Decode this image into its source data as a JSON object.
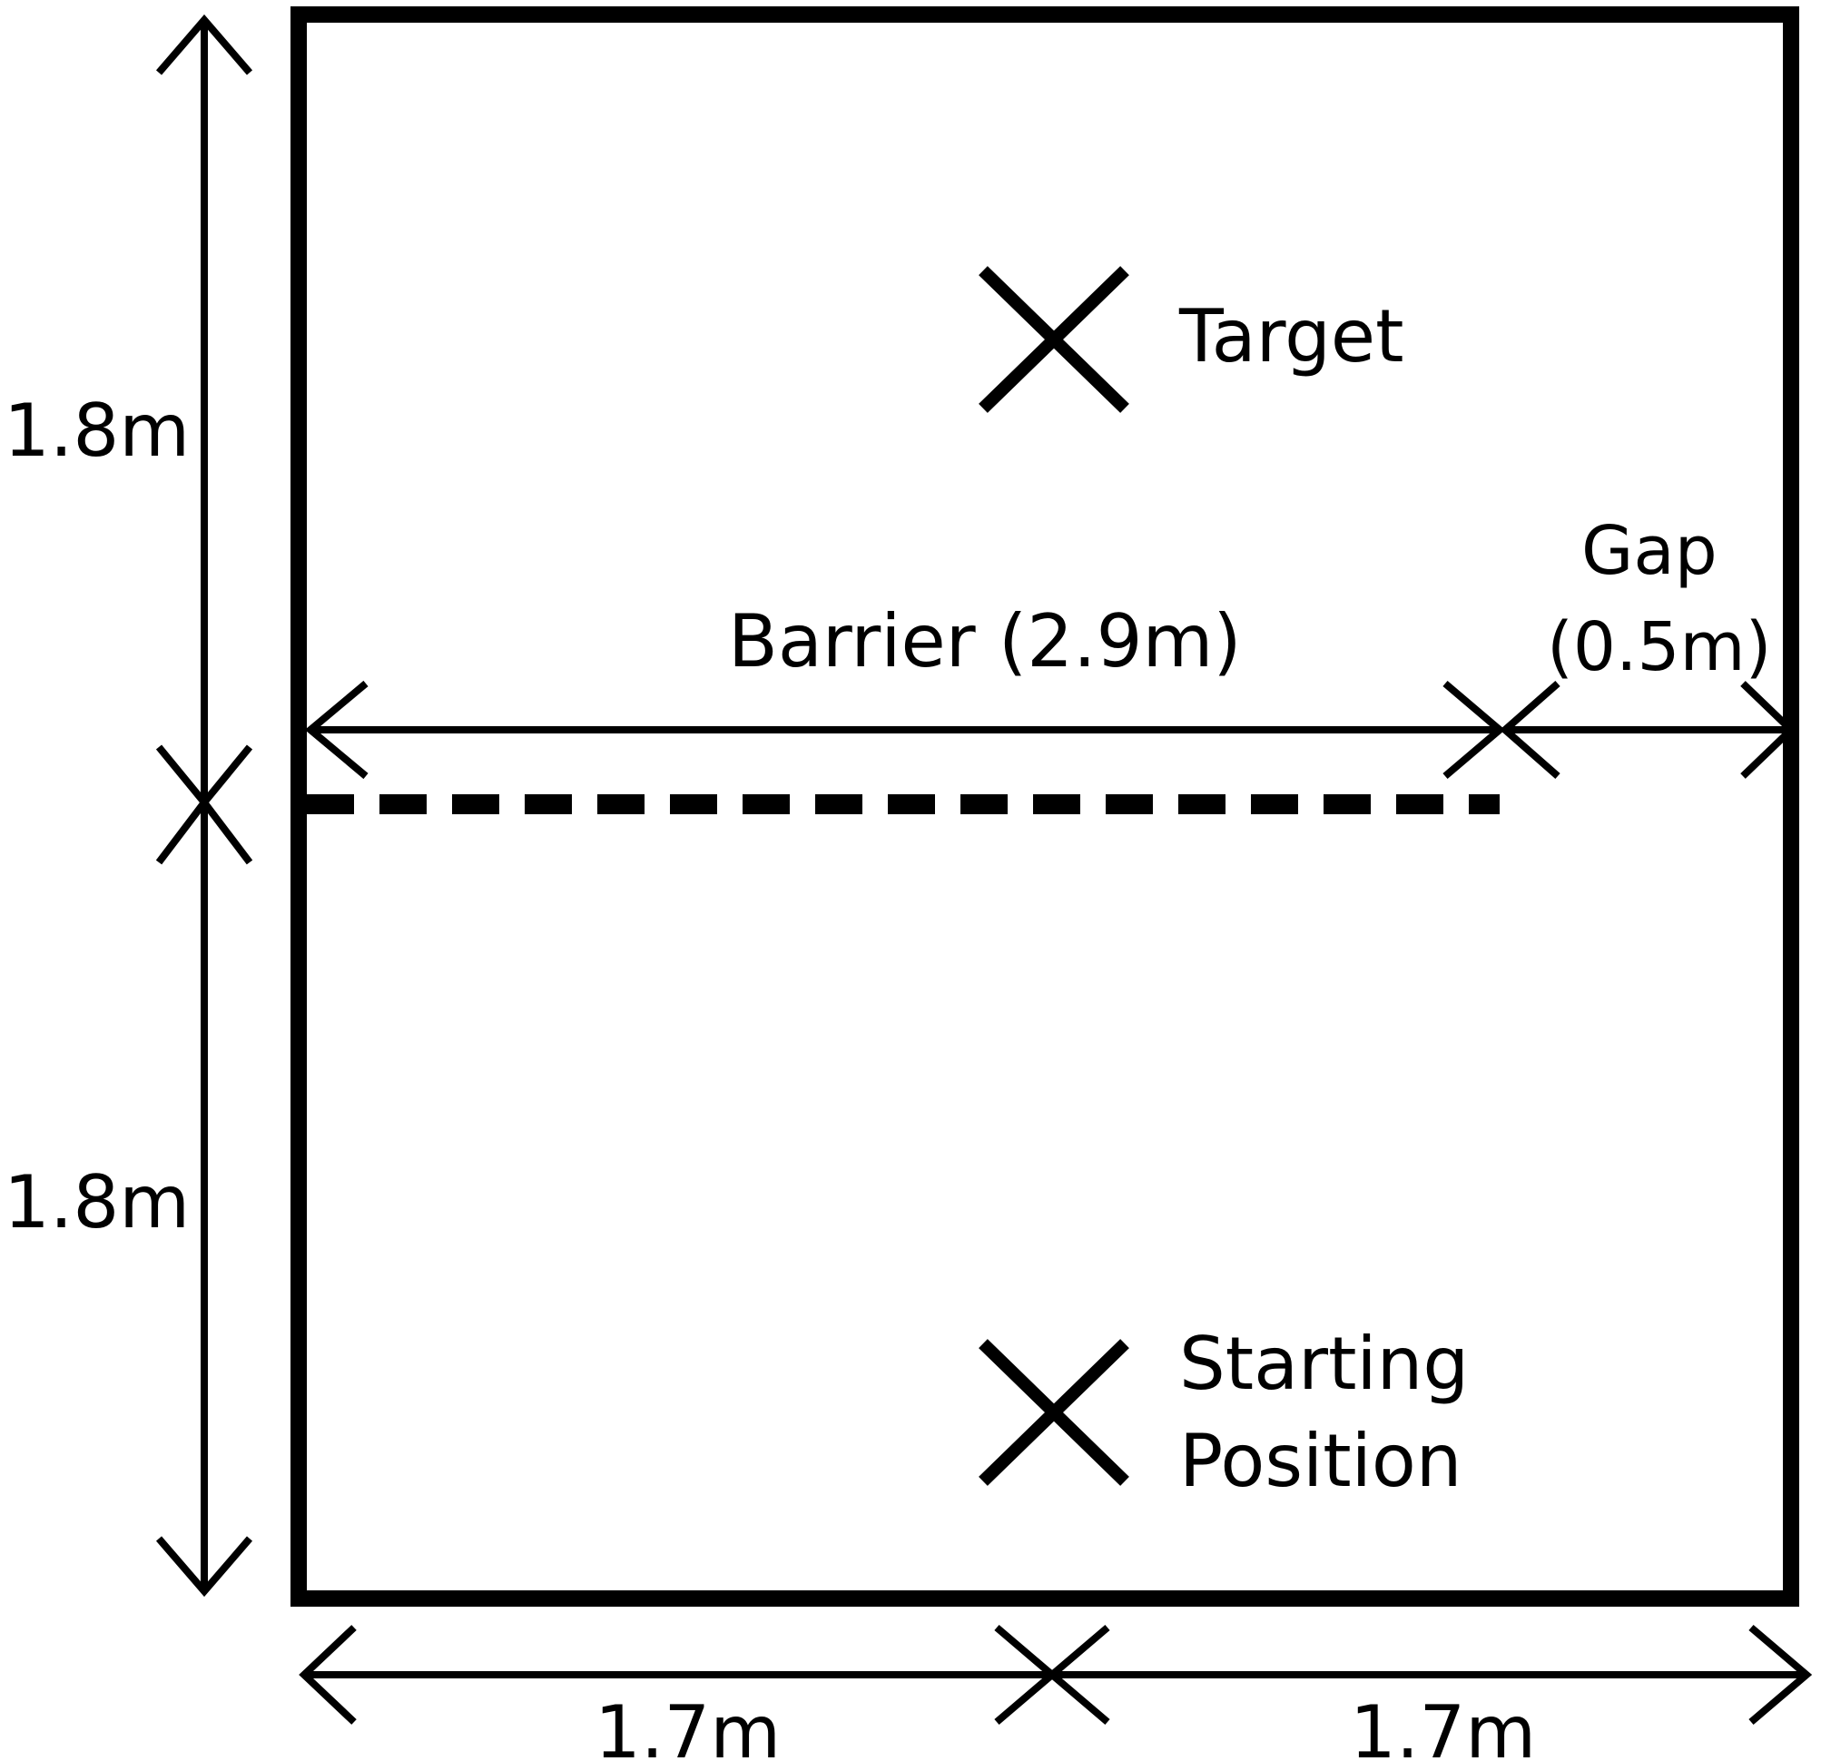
{
  "diagram": {
    "labels": {
      "target": "Target",
      "starting_line1": "Starting",
      "starting_line2": "Position",
      "barrier": "Barrier (2.9m)",
      "gap_line1": "Gap",
      "gap_line2": "(0.5m)",
      "height_upper": "1.8m",
      "height_lower": "1.8m",
      "width_left": "1.7m",
      "width_right": "1.7m"
    },
    "colors": {
      "stroke": "#000000",
      "background": "#ffffff"
    }
  }
}
